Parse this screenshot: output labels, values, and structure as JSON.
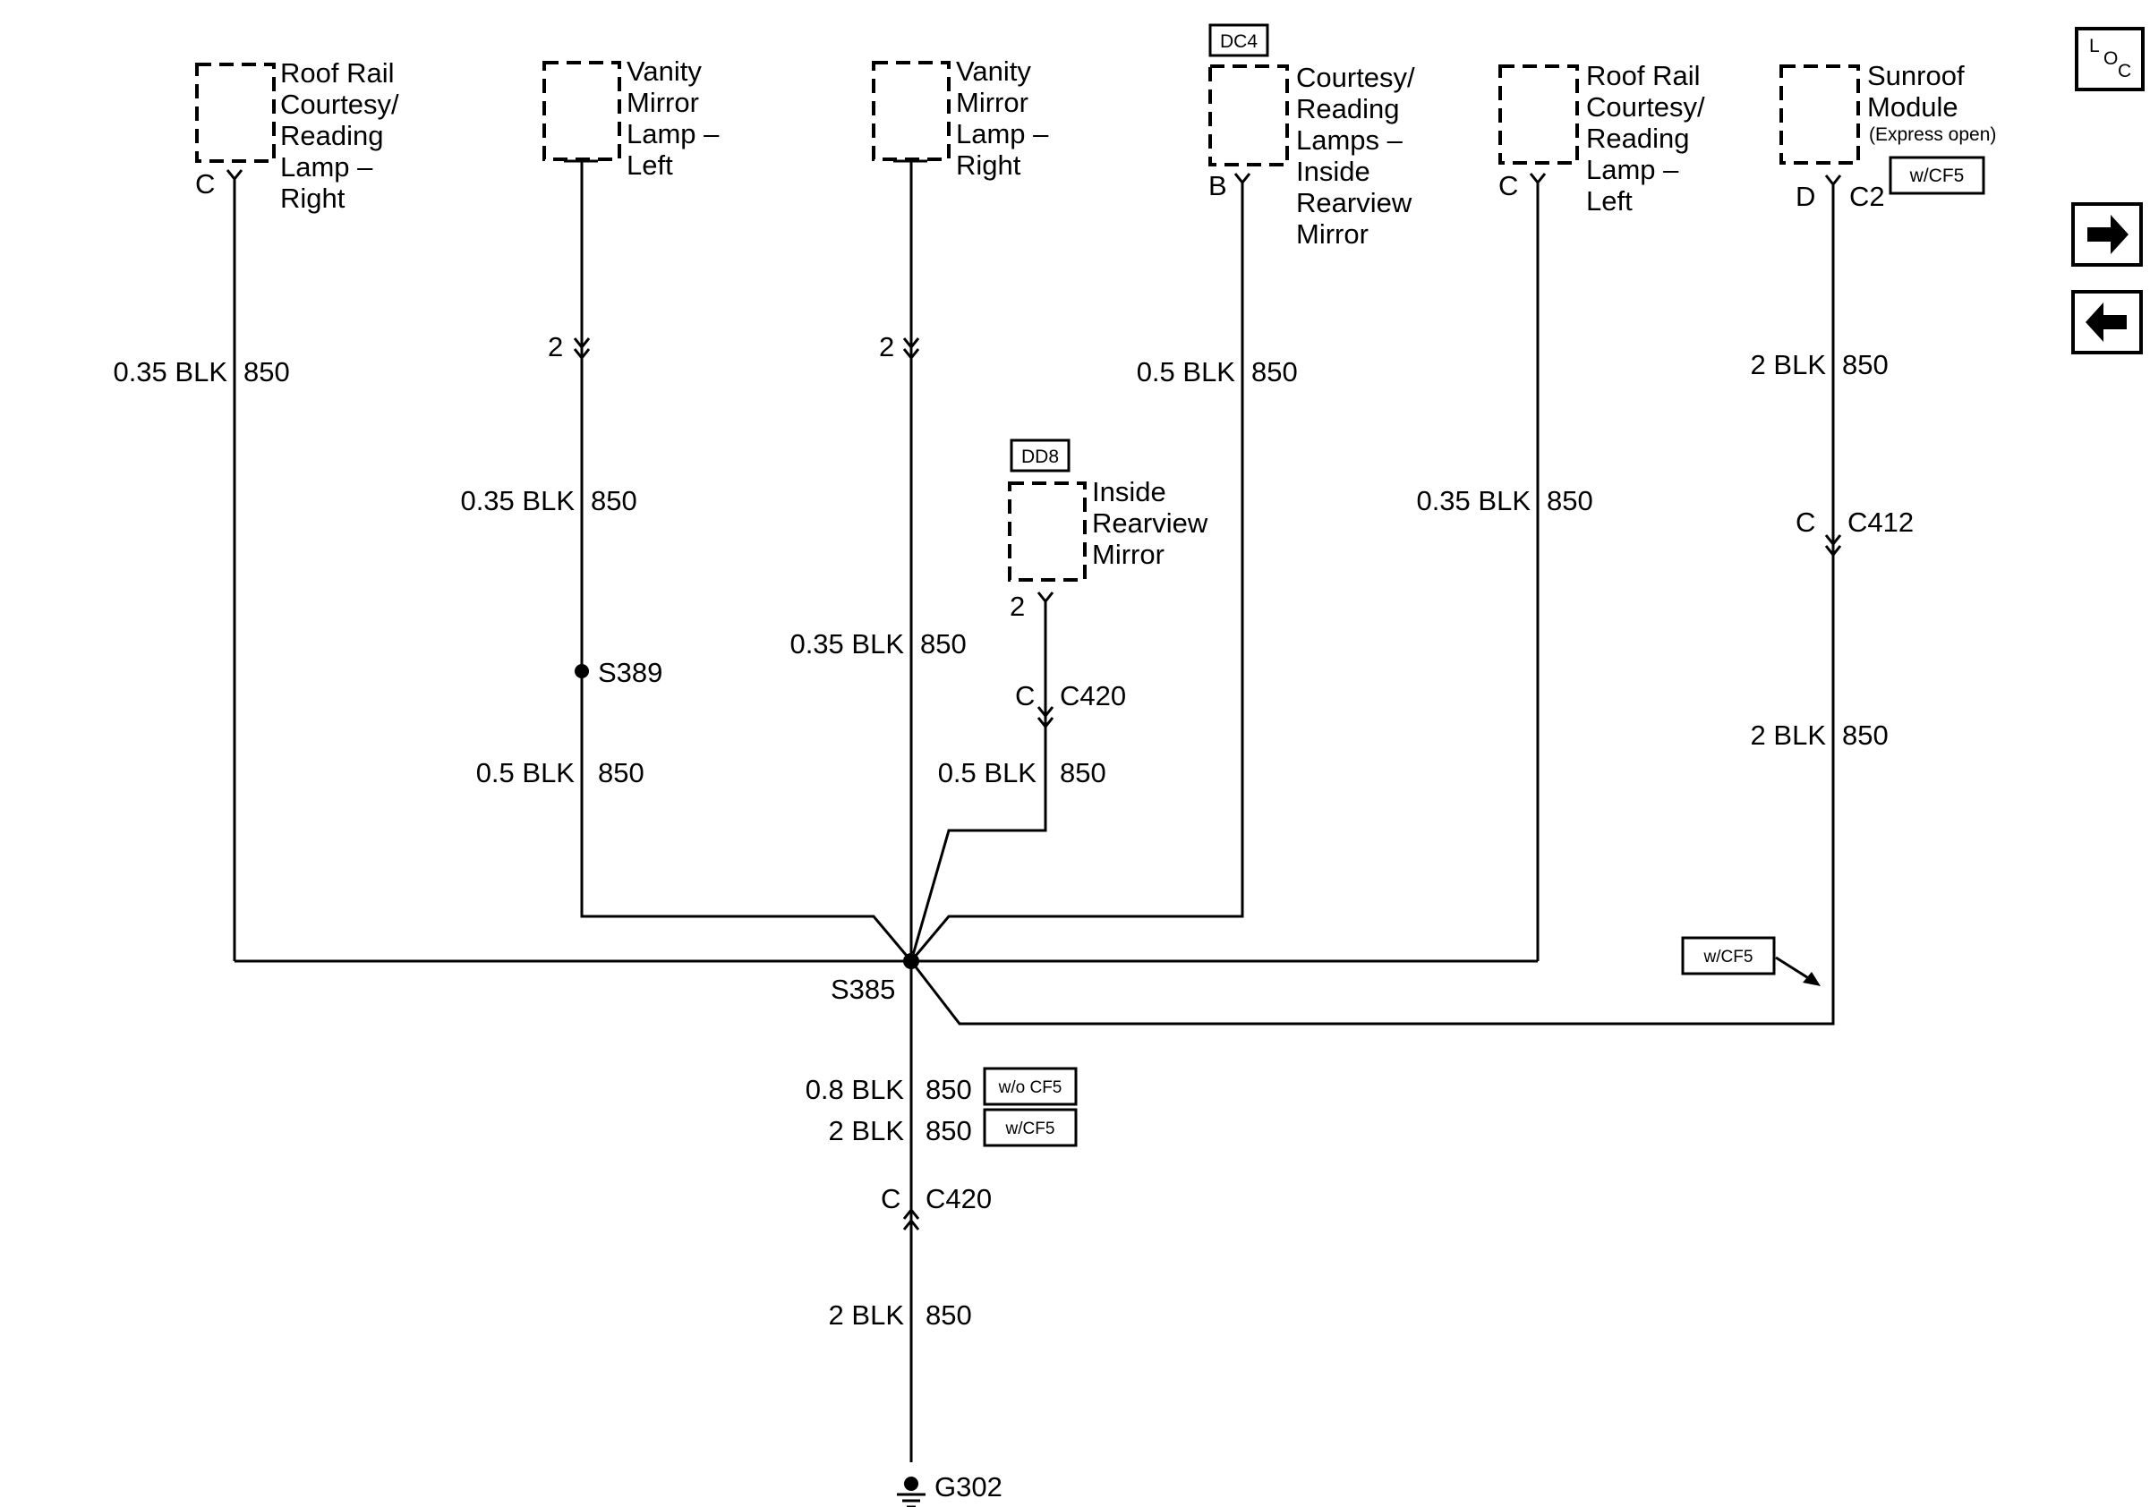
{
  "components": {
    "roof_rail_right": {
      "l1": "Roof Rail",
      "l2": "Courtesy/",
      "l3": "Reading",
      "l4": "Lamp –",
      "l5": "Right",
      "pin": "C"
    },
    "vanity_left": {
      "l1": "Vanity",
      "l2": "Mirror",
      "l3": "Lamp –",
      "l4": "Left"
    },
    "vanity_right": {
      "l1": "Vanity",
      "l2": "Mirror",
      "l3": "Lamp –",
      "l4": "Right"
    },
    "courtesy_mirror": {
      "tag": "DC4",
      "l1": "Courtesy/",
      "l2": "Reading",
      "l3": "Lamps –",
      "l4": "Inside",
      "l5": "Rearview",
      "l6": "Mirror",
      "pin": "B"
    },
    "roof_rail_left": {
      "l1": "Roof Rail",
      "l2": "Courtesy/",
      "l3": "Reading",
      "l4": "Lamp –",
      "l5": "Left",
      "pin": "C"
    },
    "sunroof": {
      "l1": "Sunroof",
      "l2": "Module",
      "l3": "(Express open)",
      "pin": "D",
      "conn": "C2",
      "tag": "w/CF5"
    },
    "inside_mirror": {
      "tag": "DD8",
      "l1": "Inside",
      "l2": "Rearview",
      "l3": "Mirror",
      "pin": "2"
    }
  },
  "wires": {
    "w1": {
      "gauge": "0.35 BLK",
      "circuit": "850"
    },
    "w2a": {
      "gauge": "0.35 BLK",
      "circuit": "850"
    },
    "w2b": {
      "gauge": "0.5 BLK",
      "circuit": "850"
    },
    "w3": {
      "gauge": "0.35 BLK",
      "circuit": "850"
    },
    "w4": {
      "gauge": "0.5 BLK",
      "circuit": "850"
    },
    "w5": {
      "gauge": "0.5 BLK",
      "circuit": "850"
    },
    "w6": {
      "gauge": "0.35 BLK",
      "circuit": "850"
    },
    "w7a": {
      "gauge": "2 BLK",
      "circuit": "850"
    },
    "w7b": {
      "gauge": "2 BLK",
      "circuit": "850"
    },
    "w8a": {
      "gauge": "0.8 BLK",
      "circuit": "850",
      "option": "w/o CF5"
    },
    "w8b": {
      "gauge": "2 BLK",
      "circuit": "850",
      "option": "w/CF5"
    },
    "w9": {
      "gauge": "2 BLK",
      "circuit": "850"
    }
  },
  "connectors": {
    "pin2_left": "2",
    "pin2_mid": "2",
    "c420_upper": {
      "pin": "C",
      "name": "C420"
    },
    "c412": {
      "pin": "C",
      "name": "C412"
    },
    "c420_lower": {
      "pin": "C",
      "name": "C420"
    }
  },
  "splices": {
    "s389": "S389",
    "s385": "S385"
  },
  "ground": "G302",
  "option_note": "w/CF5",
  "nav": {
    "loc_l": "L",
    "loc_o": "O",
    "loc_c": "C",
    "loc_icon": "location-view-icon",
    "next_icon": "arrow-right-icon",
    "prev_icon": "arrow-left-icon"
  }
}
